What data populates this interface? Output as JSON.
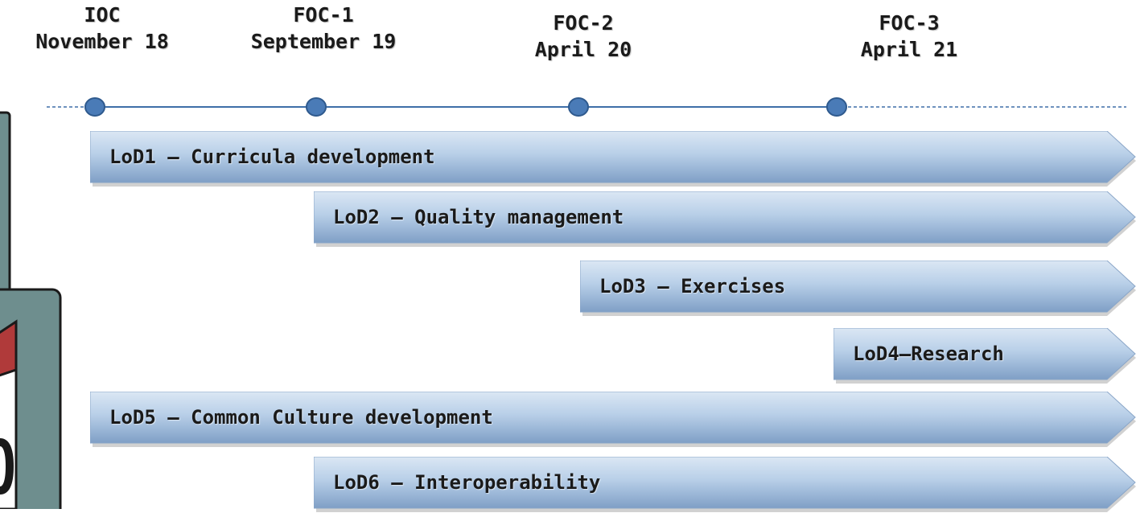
{
  "colors": {
    "bar_fill_top": "#b8cfe8",
    "bar_fill_bottom": "#7f9fc6",
    "bar_stroke": "#8aa6c8",
    "node_fill": "#4a7bb7",
    "node_stroke": "#2f5a8e",
    "line": "#3e6ea8",
    "calendar_panel": "#6e8e8e",
    "calendar_red": "#b03a3a"
  },
  "milestones": [
    {
      "code": "IOC",
      "date": "November 18"
    },
    {
      "code": "FOC-1",
      "date": "September 19"
    },
    {
      "code": "FOC-2",
      "date": "April 20"
    },
    {
      "code": "FOC-3",
      "date": "April 21"
    }
  ],
  "lines_of_development": [
    {
      "label": "LoD1 – Curricula development",
      "start_milestone": "IOC"
    },
    {
      "label": "LoD2 – Quality management",
      "start_milestone": "FOC-1"
    },
    {
      "label": "LoD3 – Exercises",
      "start_milestone": "FOC-2"
    },
    {
      "label": "LoD4–Research",
      "start_milestone": "FOC-3"
    },
    {
      "label": "LoD5 – Common Culture development",
      "start_milestone": "IOC"
    },
    {
      "label": "LoD6 – Interoperability",
      "start_milestone": "FOC-1"
    }
  ]
}
